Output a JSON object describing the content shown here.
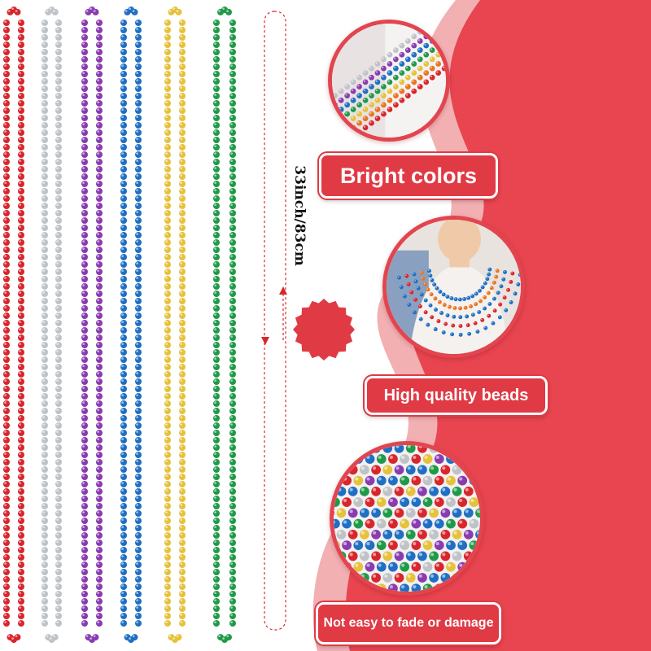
{
  "measurement": {
    "text": "33inch/83cm"
  },
  "features": [
    {
      "label": "Bright colors"
    },
    {
      "label": "High quality beads"
    },
    {
      "label": "Not easy to fade or damage"
    }
  ],
  "colors": {
    "brand_red": "#e03a45",
    "wave_red": "#e84550",
    "bead_colors": [
      "#d8262c",
      "#bfc3c7",
      "#8a3bb0",
      "#1f6fc4",
      "#e6c23a",
      "#1f9a48",
      "#e8751e"
    ]
  },
  "strand_colors": [
    "red",
    "silver",
    "purple",
    "blue",
    "gold",
    "green"
  ]
}
